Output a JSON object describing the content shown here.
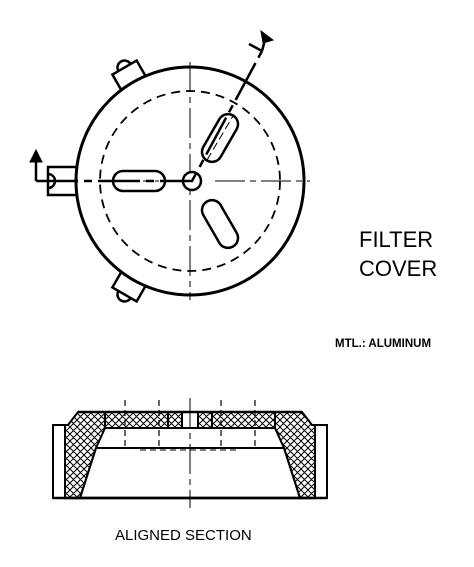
{
  "drawing": {
    "title_line1": "FILTER",
    "title_line2": "COVER",
    "material": "MTL.: ALUMINUM",
    "section_label": "ALIGNED SECTION"
  },
  "colors": {
    "ink": "#000000",
    "paper": "#ffffff"
  }
}
